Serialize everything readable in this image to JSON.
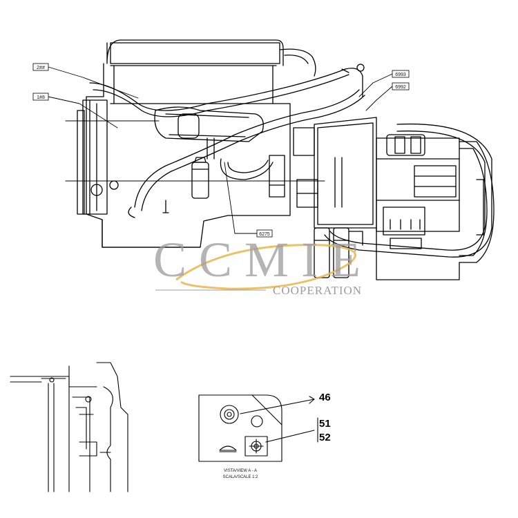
{
  "callouts": {
    "c1": "2##",
    "c2": "1#8",
    "c3": "6993",
    "c4": "6992",
    "c5": "6275"
  },
  "watermark": {
    "brand": "CCMIE",
    "sub": "COOPERATION",
    "accent": "#e8b64a",
    "gray": "#9c9c9c"
  },
  "detail_view": {
    "part_46": "46",
    "part_51": "51",
    "part_52": "52",
    "caption_line1": "VISTA/VIEW A - A",
    "caption_line2": "SCALA/SCALE 1:2"
  }
}
